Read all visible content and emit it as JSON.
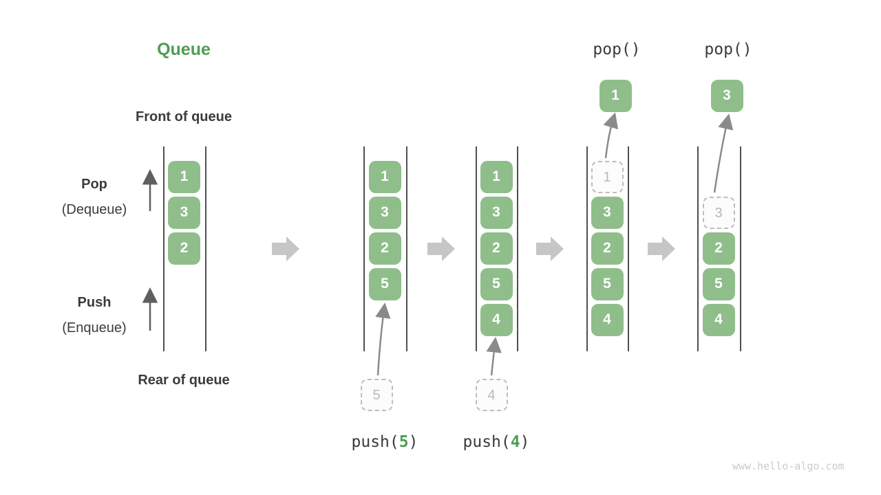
{
  "title": "Queue",
  "labels": {
    "front": "Front of queue",
    "rear": "Rear of queue",
    "pop": "Pop",
    "pop_sub": "(Dequeue)",
    "push": "Push",
    "push_sub": "(Enqueue)"
  },
  "colors": {
    "accent_green": "#4C9E52",
    "cell_green": "#8FBE8B",
    "cell_text": "#FFFFFF",
    "dark_text": "#3B3B3B",
    "container_line": "#4F4F4F",
    "flow_arrow": "#C6C6C6",
    "motion_arrow": "#8A8A8A",
    "dashed_border": "#BDBDBD",
    "dashed_text": "#B8B8B8",
    "watermark": "#CBCBCB"
  },
  "queues": [
    {
      "name": "state-initial",
      "start_slot": 0,
      "cells": [
        {
          "value": "1",
          "style": "green"
        },
        {
          "value": "3",
          "style": "green"
        },
        {
          "value": "2",
          "style": "green"
        }
      ]
    },
    {
      "name": "state-after-push-5",
      "start_slot": 0,
      "cells": [
        {
          "value": "1",
          "style": "green"
        },
        {
          "value": "3",
          "style": "green"
        },
        {
          "value": "2",
          "style": "green"
        },
        {
          "value": "5",
          "style": "green"
        }
      ],
      "incoming": {
        "value": "5",
        "label_prefix": "push(",
        "label_value": "5",
        "label_suffix": ")"
      }
    },
    {
      "name": "state-after-push-4",
      "start_slot": 0,
      "cells": [
        {
          "value": "1",
          "style": "green"
        },
        {
          "value": "3",
          "style": "green"
        },
        {
          "value": "2",
          "style": "green"
        },
        {
          "value": "5",
          "style": "green"
        },
        {
          "value": "4",
          "style": "green"
        }
      ],
      "incoming": {
        "value": "4",
        "label_prefix": "push(",
        "label_value": "4",
        "label_suffix": ")"
      }
    },
    {
      "name": "state-after-pop-1",
      "start_slot": 0,
      "cells": [
        {
          "value": "1",
          "style": "dashed"
        },
        {
          "value": "3",
          "style": "green"
        },
        {
          "value": "2",
          "style": "green"
        },
        {
          "value": "5",
          "style": "green"
        },
        {
          "value": "4",
          "style": "green"
        }
      ],
      "outgoing": {
        "value": "1",
        "label": "pop()"
      }
    },
    {
      "name": "state-after-pop-3",
      "start_slot": 1,
      "cells": [
        {
          "value": "3",
          "style": "dashed"
        },
        {
          "value": "2",
          "style": "green"
        },
        {
          "value": "5",
          "style": "green"
        },
        {
          "value": "4",
          "style": "green"
        }
      ],
      "outgoing": {
        "value": "3",
        "label": "pop()"
      }
    }
  ],
  "watermark": "www.hello-algo.com"
}
